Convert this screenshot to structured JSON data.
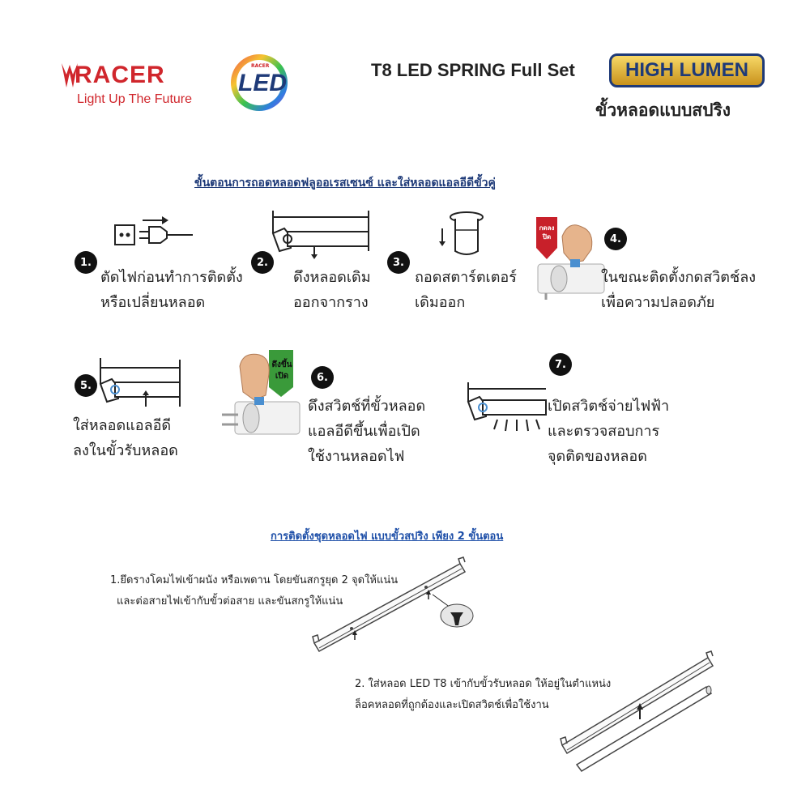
{
  "header": {
    "brand": "RACER",
    "tagline": "Light Up The Future",
    "led_badge_small": "RACER",
    "led_badge": "LED",
    "product_title": "T8 LED SPRING Full Set",
    "high_lumen": "HIGH LUMEN",
    "subtitle": "ขั้วหลอดแบบสปริง"
  },
  "section1_title": "ขั้นตอนการถอดหลอดฟลูออเรสเซนซ์ และใส่หลอดแอลอีดีขั้วคู่",
  "steps": [
    {
      "num": "1.",
      "line1": "ตัดไฟก่อนทำการติดตั้ง",
      "line2": "หรือเปลี่ยนหลอด"
    },
    {
      "num": "2.",
      "line1": "ดึงหลอดเดิม",
      "line2": "ออกจากราง"
    },
    {
      "num": "3.",
      "line1": "ถอดสตาร์ตเตอร์",
      "line2": "เดิมออก"
    },
    {
      "num": "4.",
      "line1": "ในขณะติดตั้งกดสวิตช์ลง",
      "line2": "เพื่อความปลอดภัย",
      "tag": "กดลง ปิด"
    },
    {
      "num": "5.",
      "line1": "ใส่หลอดแอลอีดี",
      "line2": "ลงในขั้วรับหลอด"
    },
    {
      "num": "6.",
      "line1": "ดึงสวิตช์ที่ขั้วหลอด",
      "line2": "แอลอีดีขึ้นเพื่อเปิด",
      "line3": "ใช้งานหลอดไฟ",
      "tag": "ดึงขึ้น เปิด"
    },
    {
      "num": "7.",
      "line1": "เปิดสวิตช์จ่ายไฟฟ้า",
      "line2": "และตรวจสอบการ",
      "line3": "จุดติดของหลอด"
    }
  ],
  "section2_title": "การติดตั้งชุดหลอดไฟ แบบขั้วสปริง เพียง 2 ขั้นตอน",
  "install": [
    {
      "line1": "1.ยึดรางโคมไฟเข้าผนัง หรือเพดาน โดยขันสกรูยุด 2 จุดให้แน่น",
      "line2": "และต่อสายไฟเข้ากับขั้วต่อสาย และขันสกรูให้แน่น"
    },
    {
      "line1": "2. ใส่หลอด LED T8 เข้ากับขั้วรับหลอด ให้อยู่ในตำแหน่ง",
      "line2": "ล็อคหลอดที่ถูกต้องและเปิดสวิตช์เพื่อใช้งาน"
    }
  ],
  "colors": {
    "brand_red": "#d0262c",
    "navy": "#1e3a78",
    "gold": "#e0b43c",
    "tag_red": "#c8202a",
    "tag_green": "#3a9a3a"
  }
}
